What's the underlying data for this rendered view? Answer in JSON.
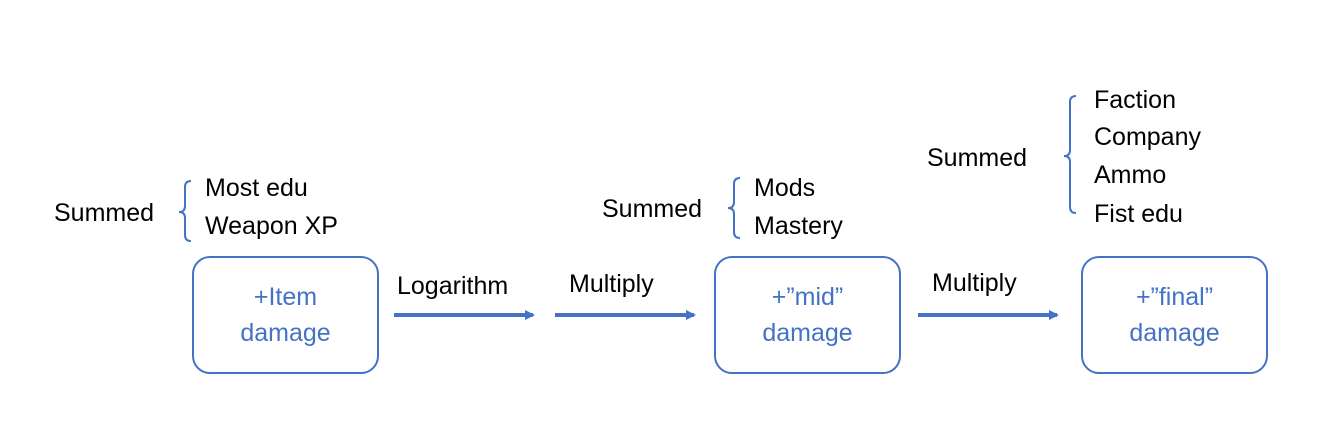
{
  "colors": {
    "accent": "#4472c4",
    "text": "#000000"
  },
  "groups": [
    {
      "label": "Summed",
      "items": [
        "Most edu",
        "Weapon XP"
      ]
    },
    {
      "label": "Summed",
      "items": [
        "Mods",
        "Mastery"
      ]
    },
    {
      "label": "Summed",
      "items": [
        "Faction",
        "Company",
        "Ammo",
        "Fist edu"
      ]
    }
  ],
  "boxes": [
    {
      "line1": "+Item",
      "line2": "damage"
    },
    {
      "line1": "+”mid”",
      "line2": "damage"
    },
    {
      "line1": "+”final”",
      "line2": "damage"
    }
  ],
  "arrows": [
    {
      "label": "Logarithm"
    },
    {
      "label": "Multiply"
    },
    {
      "label": "Multiply"
    }
  ]
}
